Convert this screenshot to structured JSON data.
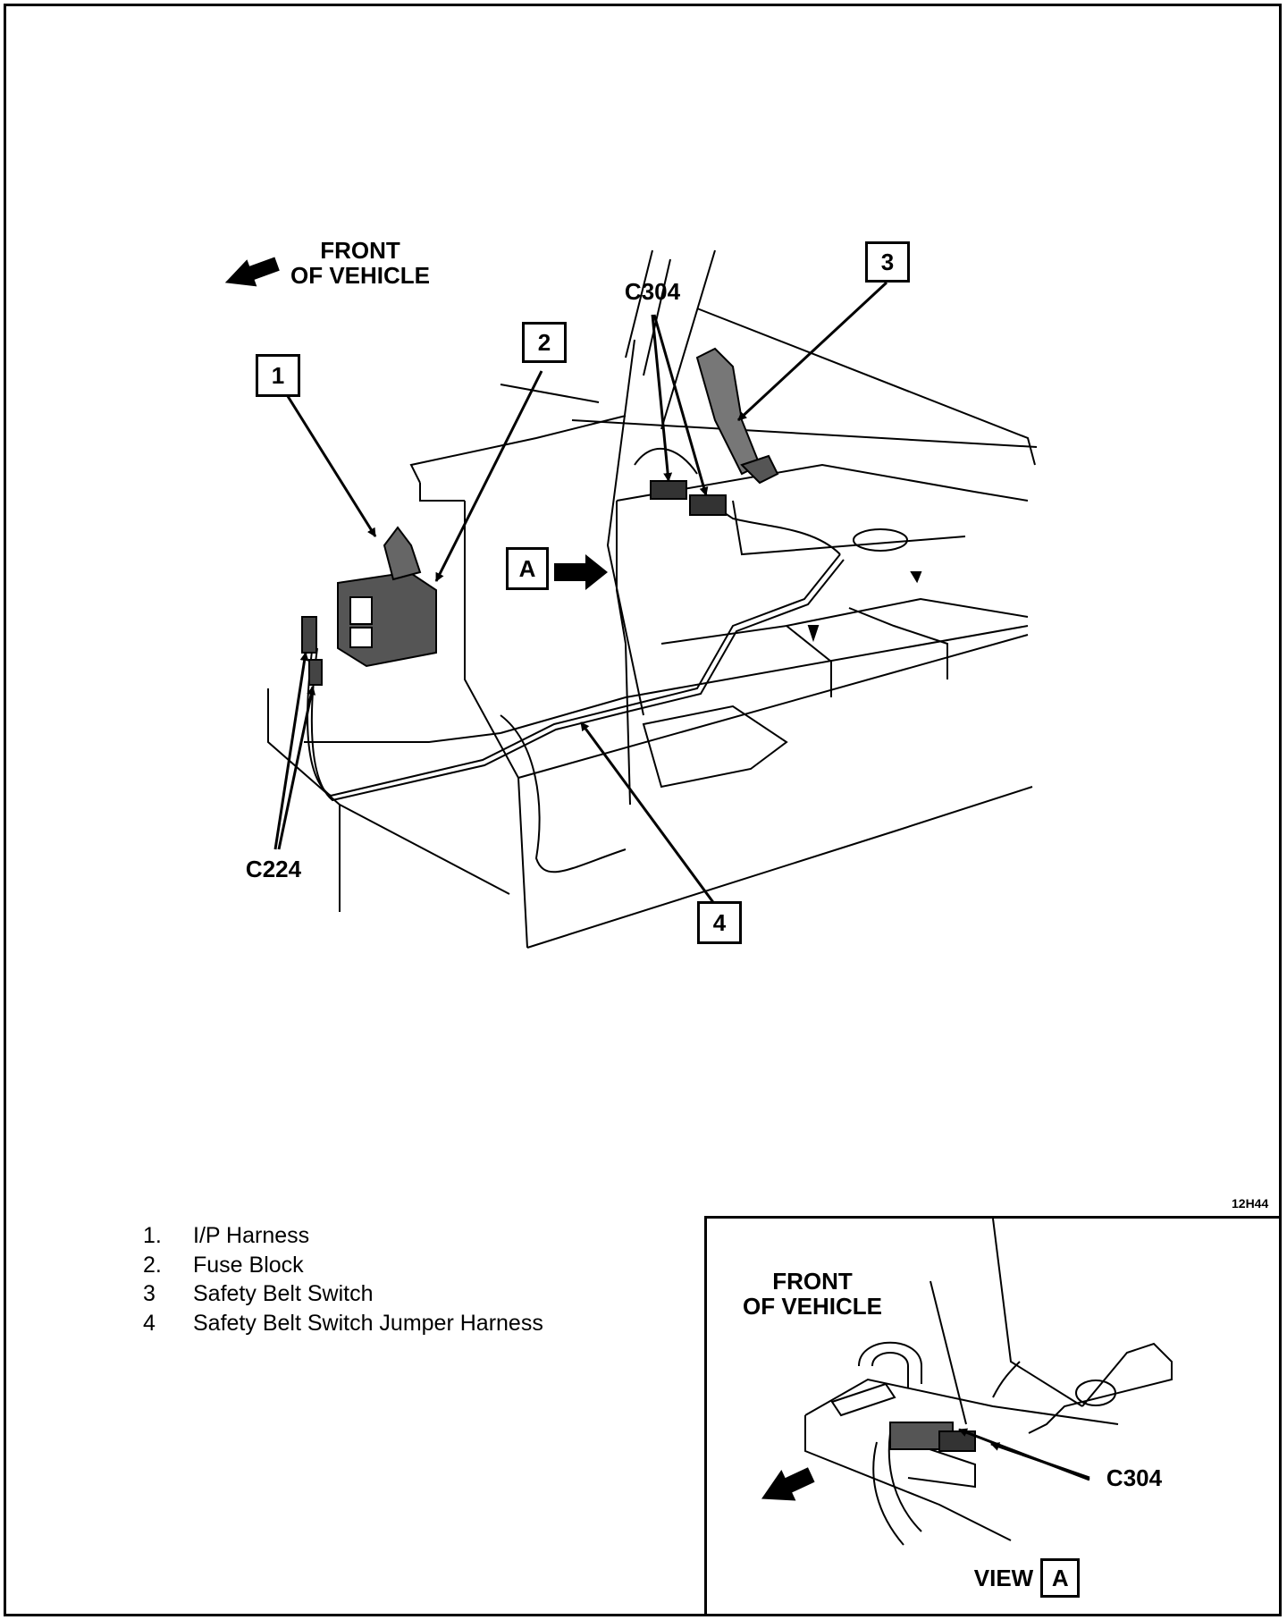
{
  "main_view": {
    "front_label_line1": "FRONT",
    "front_label_line2": "OF VEHICLE",
    "callouts": [
      "1",
      "2",
      "3",
      "4"
    ],
    "view_marker": "A",
    "connector_c304": "C304",
    "connector_c224": "C224"
  },
  "figure_id": "12H44",
  "legend": [
    {
      "num": "1.",
      "text": "I/P Harness"
    },
    {
      "num": "2.",
      "text": "Fuse Block"
    },
    {
      "num": "3",
      "text": "Safety Belt Switch"
    },
    {
      "num": "4",
      "text": "Safety Belt Switch Jumper Harness"
    }
  ],
  "inset": {
    "front_label_line1": "FRONT",
    "front_label_line2": "OF VEHICLE",
    "connector_label": "C304",
    "view_word": "VIEW",
    "view_letter": "A"
  }
}
